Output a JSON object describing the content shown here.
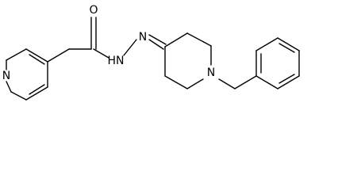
{
  "molecule": {
    "atom_labels": {
      "pyridine_nitrogen": "N",
      "carbonyl_oxygen": "O",
      "amide_nh": "HN",
      "hydrazone_nitrogen": "N",
      "piperidine_nitrogen": "N"
    },
    "colors": {
      "bond": "#000000",
      "label": "#000000",
      "background": "#ffffff"
    }
  }
}
